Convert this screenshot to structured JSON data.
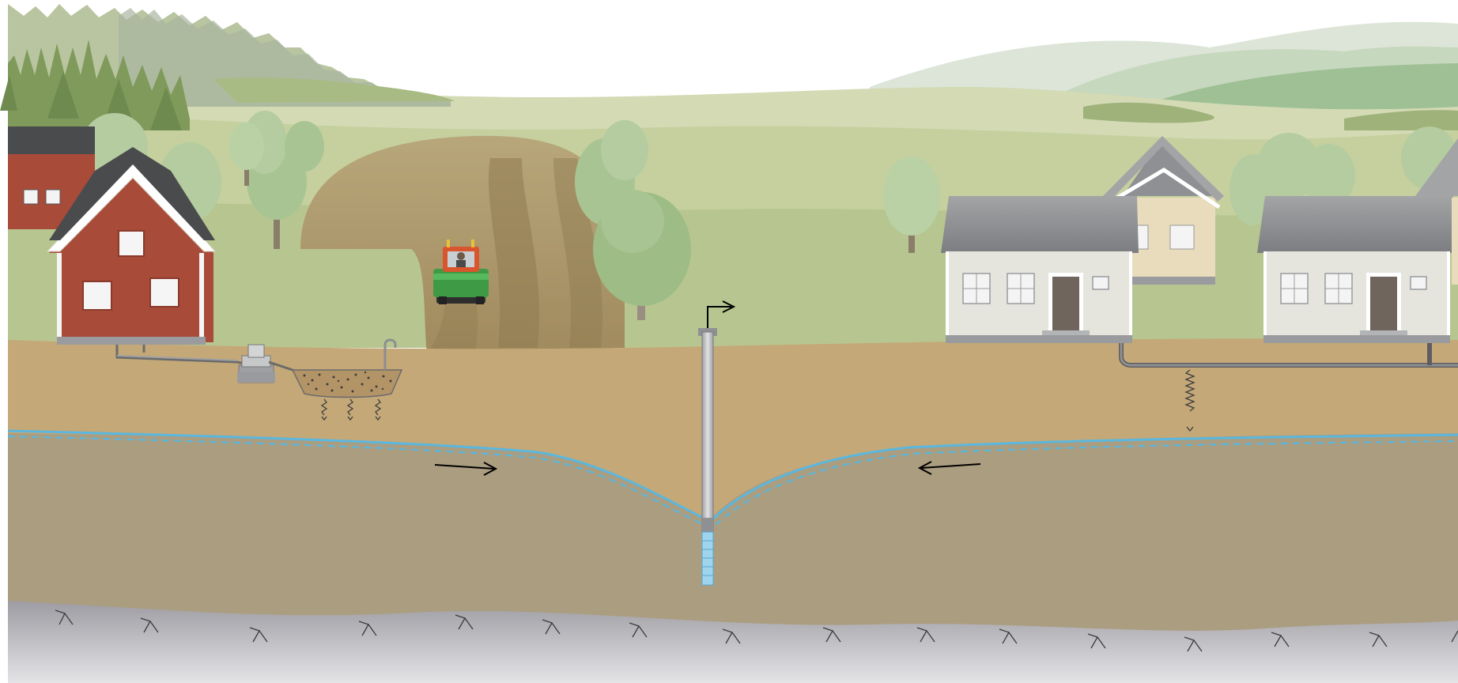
{
  "diagram": {
    "elements": [
      "forest-background",
      "rolling-hills",
      "red-house",
      "septic-tank",
      "infiltration-bed",
      "plowed-field",
      "tractor",
      "trees",
      "groundwater-well",
      "white-houses",
      "sewer-pipe",
      "sewer-leak",
      "soil-layer",
      "groundwater-table",
      "bedrock"
    ],
    "colors": {
      "sky": "#ffffff",
      "hills_far": "#c9d6bf",
      "hills_mid": "#c2cf9e",
      "grass": "#b7c690",
      "topsoil": "#c4a878",
      "saturated_soil": "#ab9d80",
      "bedrock": "#b8b7bb",
      "water_line": "#5bb7dd",
      "red_house": "#a84b39",
      "roof_dark": "#4a4b4d",
      "white_house": "#e5e4dd",
      "roof_grey": "#8f9093",
      "beige_house": "#e8dcbc",
      "tree": "#a9c493",
      "conifer": "#7f9a5a",
      "field": "#a08a5e",
      "tractor_body": "#3e9a45",
      "tractor_cab": "#d9552d"
    },
    "flow_arrows": [
      "flow-arrow-left",
      "flow-arrow-right",
      "well-output-arrow"
    ]
  }
}
